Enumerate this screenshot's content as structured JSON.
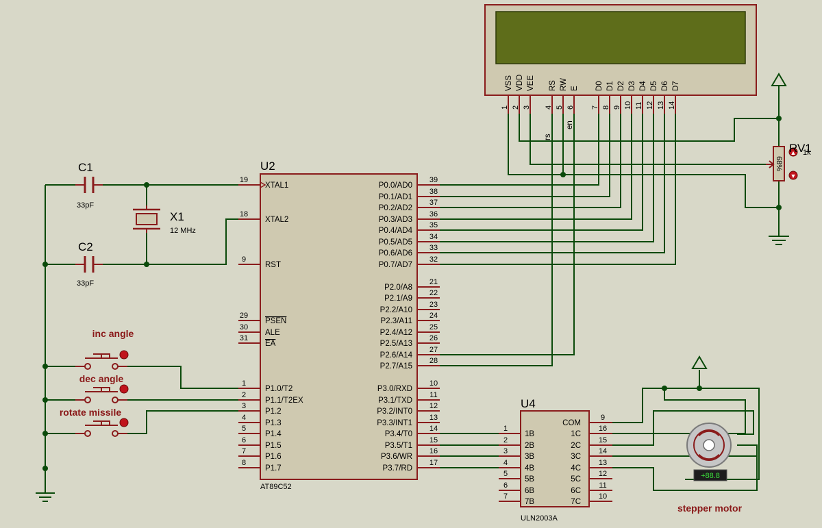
{
  "mcu": {
    "ref": "U2",
    "part": "AT89C52",
    "left_pins": [
      {
        "num": "19",
        "label": "XTAL1"
      },
      {
        "num": "18",
        "label": "XTAL2"
      },
      {
        "num": "9",
        "label": "RST"
      },
      {
        "num": "29",
        "label": "PSEN"
      },
      {
        "num": "30",
        "label": "ALE"
      },
      {
        "num": "31",
        "label": "EA"
      },
      {
        "num": "1",
        "label": "P1.0/T2"
      },
      {
        "num": "2",
        "label": "P1.1/T2EX"
      },
      {
        "num": "3",
        "label": "P1.2"
      },
      {
        "num": "4",
        "label": "P1.3"
      },
      {
        "num": "5",
        "label": "P1.4"
      },
      {
        "num": "6",
        "label": "P1.5"
      },
      {
        "num": "7",
        "label": "P1.6"
      },
      {
        "num": "8",
        "label": "P1.7"
      }
    ],
    "right_pins": [
      {
        "num": "39",
        "label": "P0.0/AD0"
      },
      {
        "num": "38",
        "label": "P0.1/AD1"
      },
      {
        "num": "37",
        "label": "P0.2/AD2"
      },
      {
        "num": "36",
        "label": "P0.3/AD3"
      },
      {
        "num": "35",
        "label": "P0.4/AD4"
      },
      {
        "num": "34",
        "label": "P0.5/AD5"
      },
      {
        "num": "33",
        "label": "P0.6/AD6"
      },
      {
        "num": "32",
        "label": "P0.7/AD7"
      },
      {
        "num": "21",
        "label": "P2.0/A8"
      },
      {
        "num": "22",
        "label": "P2.1/A9"
      },
      {
        "num": "23",
        "label": "P2.2/A10"
      },
      {
        "num": "24",
        "label": "P2.3/A11"
      },
      {
        "num": "25",
        "label": "P2.4/A12"
      },
      {
        "num": "26",
        "label": "P2.5/A13"
      },
      {
        "num": "27",
        "label": "P2.6/A14"
      },
      {
        "num": "28",
        "label": "P2.7/A15"
      },
      {
        "num": "10",
        "label": "P3.0/RXD"
      },
      {
        "num": "11",
        "label": "P3.1/TXD"
      },
      {
        "num": "12",
        "label": "P3.2/INT0"
      },
      {
        "num": "13",
        "label": "P3.3/INT1"
      },
      {
        "num": "14",
        "label": "P3.4/T0"
      },
      {
        "num": "15",
        "label": "P3.5/T1"
      },
      {
        "num": "16",
        "label": "P3.6/WR"
      },
      {
        "num": "17",
        "label": "P3.7/RD"
      }
    ]
  },
  "driver": {
    "ref": "U4",
    "part": "ULN2003A",
    "left_pins": [
      {
        "num": "1",
        "label": "1B"
      },
      {
        "num": "2",
        "label": "2B"
      },
      {
        "num": "3",
        "label": "3B"
      },
      {
        "num": "4",
        "label": "4B"
      },
      {
        "num": "5",
        "label": "5B"
      },
      {
        "num": "6",
        "label": "6B"
      },
      {
        "num": "7",
        "label": "7B"
      }
    ],
    "right_pins": [
      {
        "num": "9",
        "label": "COM"
      },
      {
        "num": "16",
        "label": "1C"
      },
      {
        "num": "15",
        "label": "2C"
      },
      {
        "num": "14",
        "label": "3C"
      },
      {
        "num": "13",
        "label": "4C"
      },
      {
        "num": "12",
        "label": "5C"
      },
      {
        "num": "11",
        "label": "6C"
      },
      {
        "num": "10",
        "label": "7C"
      }
    ]
  },
  "lcd": {
    "pins": [
      {
        "num": "1",
        "label": "VSS"
      },
      {
        "num": "2",
        "label": "VDD"
      },
      {
        "num": "3",
        "label": "VEE"
      },
      {
        "num": "4",
        "label": "RS"
      },
      {
        "num": "5",
        "label": "RW"
      },
      {
        "num": "6",
        "label": "E"
      },
      {
        "num": "7",
        "label": "D0"
      },
      {
        "num": "8",
        "label": "D1"
      },
      {
        "num": "9",
        "label": "D2"
      },
      {
        "num": "10",
        "label": "D3"
      },
      {
        "num": "11",
        "label": "D4"
      },
      {
        "num": "12",
        "label": "D5"
      },
      {
        "num": "13",
        "label": "D6"
      },
      {
        "num": "14",
        "label": "D7"
      }
    ],
    "net_rs": "rs",
    "net_en": "en"
  },
  "components": {
    "c1": {
      "ref": "C1",
      "value": "33pF"
    },
    "c2": {
      "ref": "C2",
      "value": "33pF"
    },
    "x1": {
      "ref": "X1",
      "value": "12 MHz"
    },
    "rv1": {
      "ref": "RV1",
      "value": "1k",
      "percent": "68%"
    }
  },
  "buttons": [
    {
      "label": "inc angle"
    },
    {
      "label": "dec angle"
    },
    {
      "label": "rotate missile"
    }
  ],
  "motor": {
    "label": "stepper motor",
    "display": "+88.8"
  },
  "colors": {
    "background": "#d8d8c8",
    "wire": "#0a4a0a",
    "body_fill": "#cfc9b0",
    "body_stroke": "#8a1c1c",
    "pin": "#8a1c1c",
    "lcd_screen": "#5e6d1a",
    "label_red": "#8a1818"
  }
}
